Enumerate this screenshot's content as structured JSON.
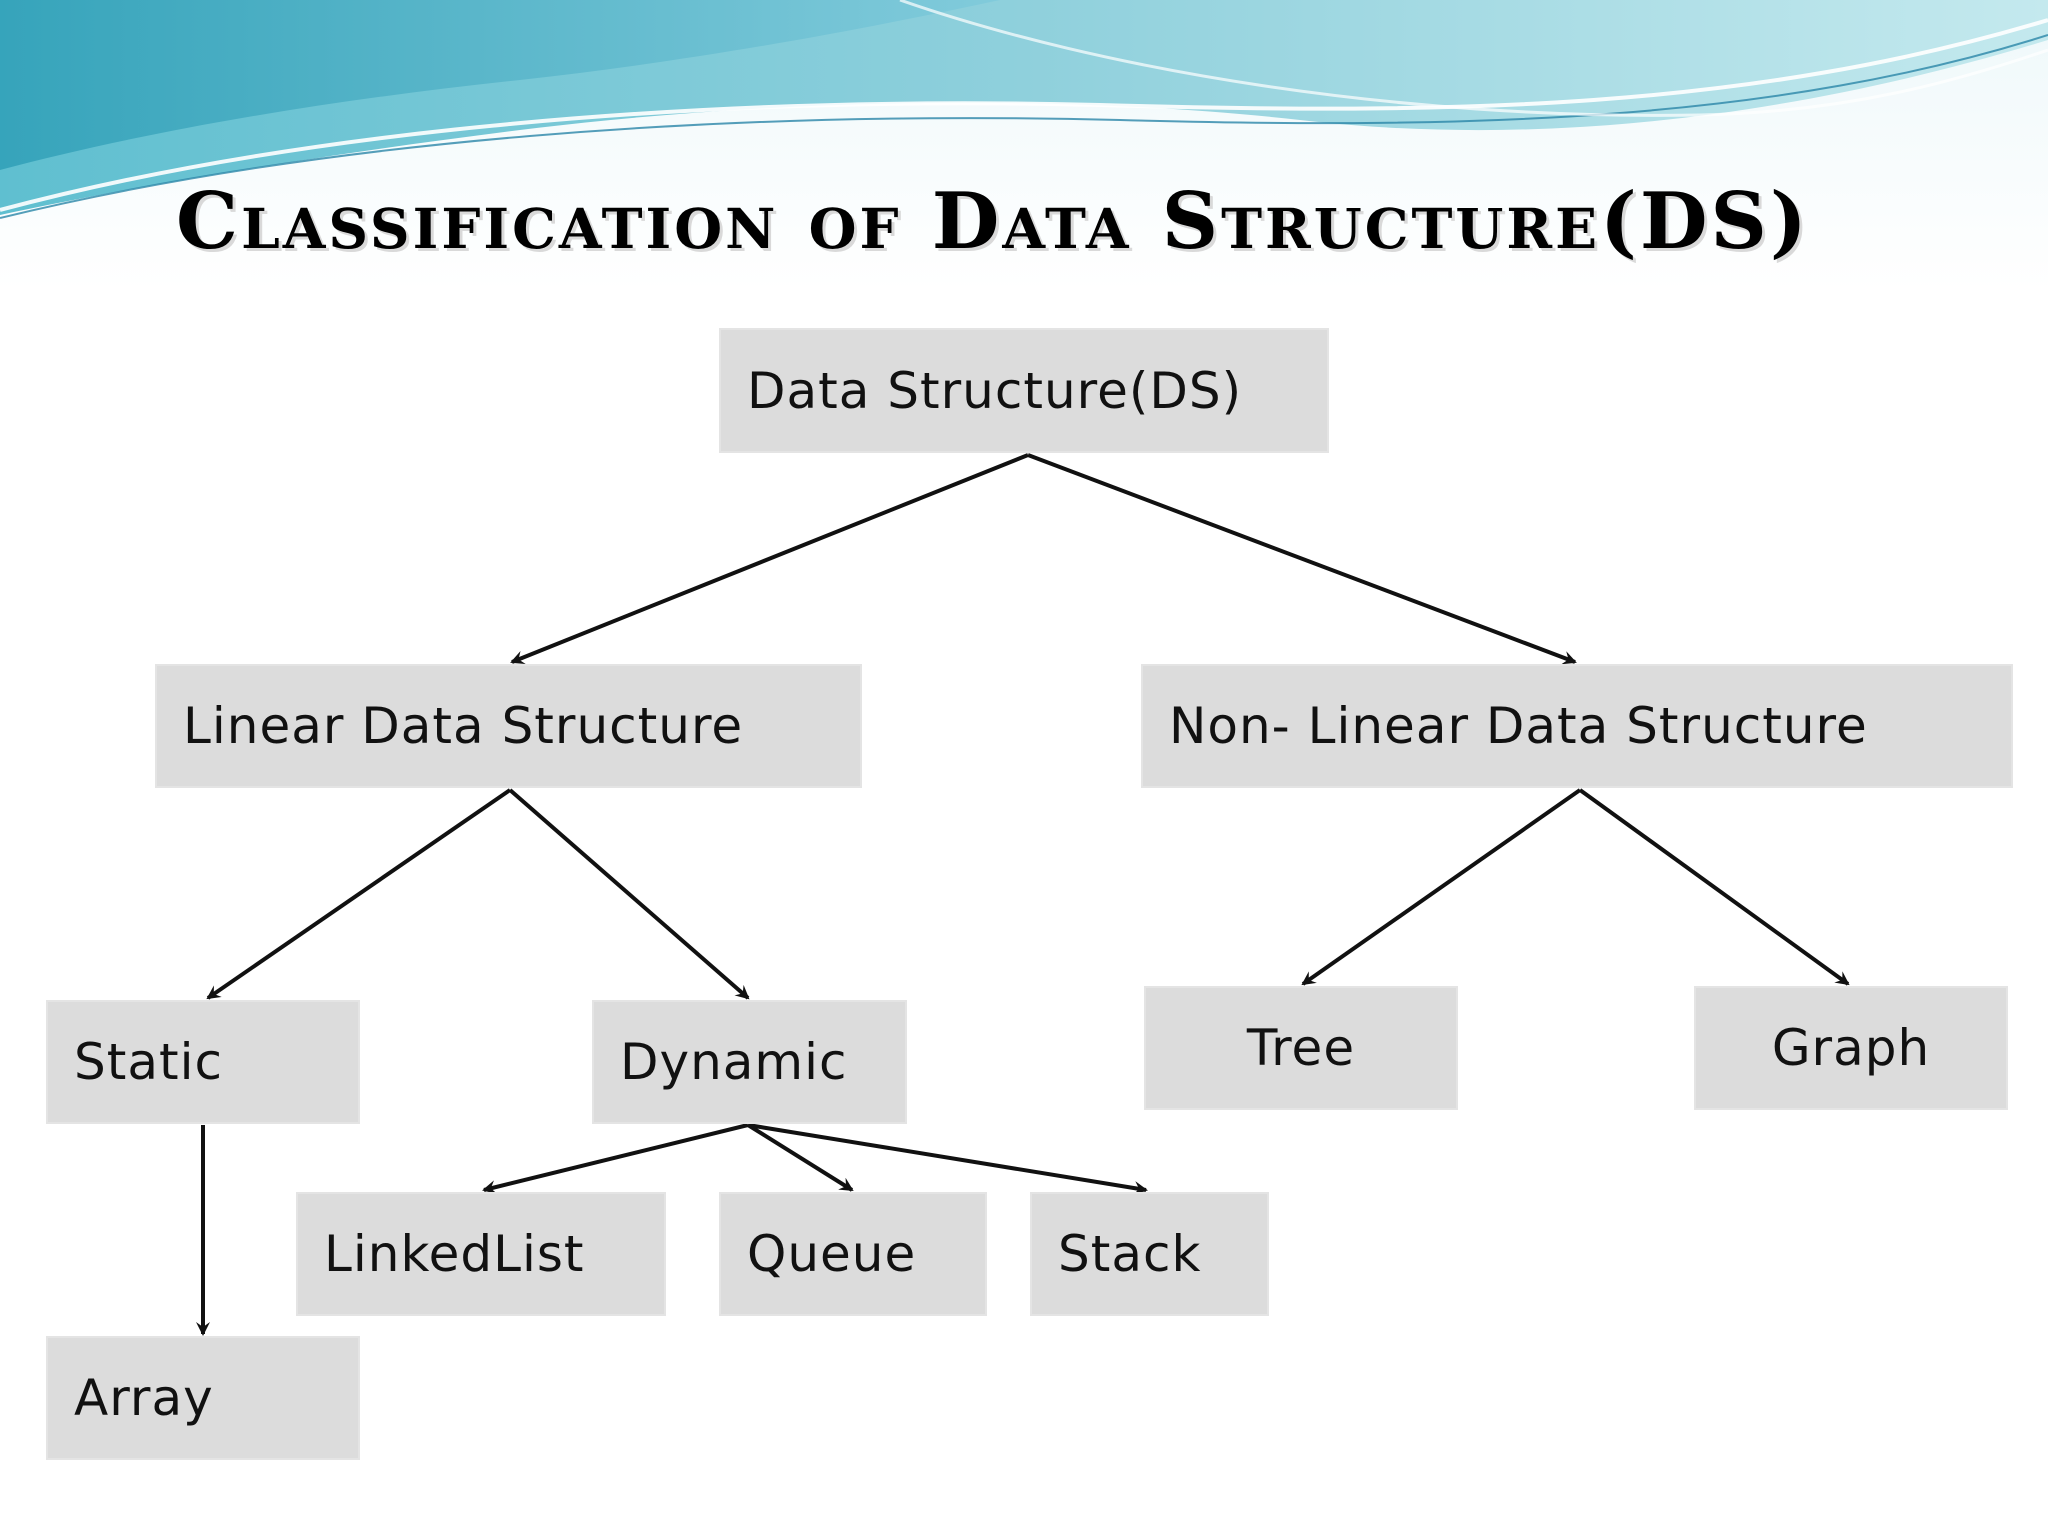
{
  "title": "Classification of Data Structure(DS)",
  "colors": {
    "node_fill": "#dcdcdc",
    "banner_light": "#a9dbe3",
    "banner_dark": "#3fa6bd",
    "arrow": "#111111"
  },
  "nodes": {
    "root": "Data Structure(DS)",
    "linear": "Linear Data Structure",
    "nonlinear": "Non- Linear Data Structure",
    "static": "Static",
    "dynamic": "Dynamic",
    "array": "Array",
    "linkedlist": "LinkedList",
    "queue": "Queue",
    "stack": "Stack",
    "tree": "Tree",
    "graph": "Graph"
  },
  "edges": [
    {
      "from": "root",
      "to": "linear"
    },
    {
      "from": "root",
      "to": "nonlinear"
    },
    {
      "from": "linear",
      "to": "static"
    },
    {
      "from": "linear",
      "to": "dynamic"
    },
    {
      "from": "static",
      "to": "array"
    },
    {
      "from": "dynamic",
      "to": "linkedlist"
    },
    {
      "from": "dynamic",
      "to": "queue"
    },
    {
      "from": "dynamic",
      "to": "stack"
    },
    {
      "from": "nonlinear",
      "to": "tree"
    },
    {
      "from": "nonlinear",
      "to": "graph"
    }
  ]
}
